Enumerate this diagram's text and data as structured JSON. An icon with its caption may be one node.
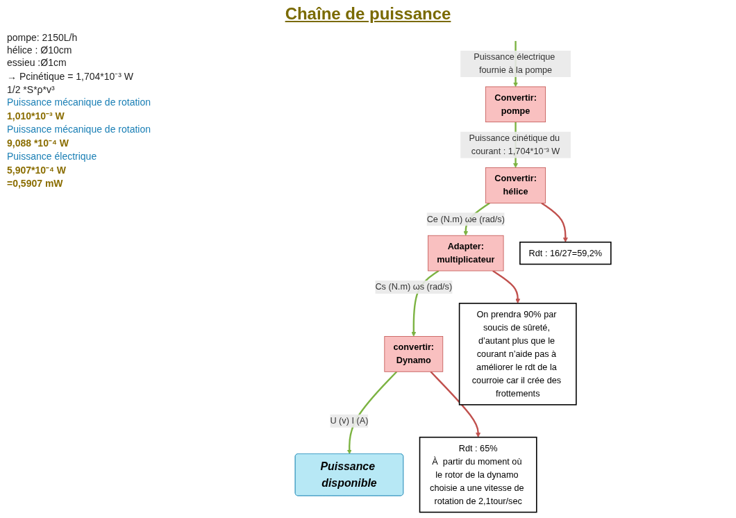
{
  "diagram": {
    "title": "Chaîne de puissance",
    "nodes": [
      {
        "text": [
          "Convertir:",
          "pompe"
        ]
      },
      {
        "text": [
          "Convertir:",
          "hélice"
        ]
      },
      {
        "text": [
          "Adapter:",
          "multiplicateur"
        ]
      },
      {
        "text": [
          "convertir:",
          "Dynamo"
        ]
      },
      {
        "text": [
          "Puissance disponible"
        ]
      },
      {
        "text": [
          "Rdt : 16/27=59,2%"
        ]
      },
      {
        "text": [
          "On prendra 90% par soucis de sûreté, d’autant plus que le courant n’aide pas à améliorer le rdt de la courroie car il crée des frottements"
        ]
      },
      {
        "text": [
          "Rdt : 65%",
          "À  partir du moment où le rotor de la dynamo choisie a une vitesse de rotation de 2,1tour/sec"
        ]
      }
    ],
    "edges": [
      {
        "from": null,
        "to": 0,
        "arrow": "to",
        "label": "Puissance électrique fournie à la pompe"
      },
      {
        "from": 0,
        "to": 1,
        "arrow": "to",
        "label": "Puissance cinétique du courant : 1,704*10⁻³ W"
      },
      {
        "from": 1,
        "to": 2,
        "arrow": "to",
        "label": "Ce (N.m) ωe (rad/s)"
      },
      {
        "from": 2,
        "to": 3,
        "arrow": "to",
        "label": "Cs (N.m) ωs (rad/s)"
      },
      {
        "from": 3,
        "to": 4,
        "arrow": "to",
        "label": "U (v) I (A)"
      },
      {
        "from": 1,
        "to": 5,
        "arrow": "to",
        "color": "#c0504d"
      },
      {
        "from": 2,
        "to": 6,
        "arrow": "to",
        "color": "#c0504d"
      },
      {
        "from": 3,
        "to": 7,
        "arrow": "to",
        "color": "#c0504d"
      }
    ],
    "labels": [
      "pompe: 2150L/h",
      "hélice : Ø10cm",
      "essieu :Ø1cm",
      "→ Pcinétique = 1,704*10⁻³ W",
      "1/2 *S*ρ*v³",
      "Puissance mécanique de rotation",
      "1,010*10⁻³ W",
      "Puissance mécanique de rotation",
      "9,088 *10⁻⁴ W",
      "Puissance électrique",
      "5,907*10⁻⁴ W",
      "=0,5907 mW"
    ]
  }
}
